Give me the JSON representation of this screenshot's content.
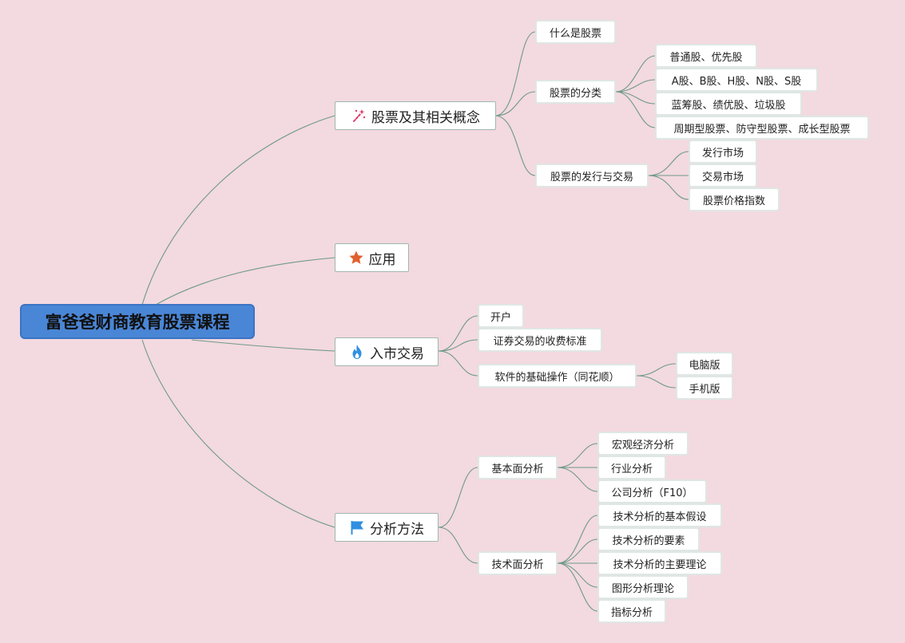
{
  "root": {
    "label": "富爸爸财商教育股票课程"
  },
  "branches": {
    "concepts": {
      "label": "股票及其相关概念",
      "what_is": "什么是股票",
      "classification": {
        "label": "股票的分类",
        "items": [
          "普通股、优先股",
          "A股、B股、H股、N股、S股",
          "蓝筹股、绩优股、垃圾股",
          "周期型股票、防守型股票、成长型股票"
        ]
      },
      "issuance": {
        "label": "股票的发行与交易",
        "items": [
          "发行市场",
          "交易市场",
          "股票价格指数"
        ]
      }
    },
    "application": {
      "label": "应用"
    },
    "market_entry": {
      "label": "入市交易",
      "open_account": "开户",
      "fees": "证券交易的收费标准",
      "software": {
        "label": "软件的基础操作（同花顺）",
        "items": [
          "电脑版",
          "手机版"
        ]
      }
    },
    "analysis": {
      "label": "分析方法",
      "fundamental": {
        "label": "基本面分析",
        "items": [
          "宏观经济分析",
          "行业分析",
          "公司分析（F10）"
        ]
      },
      "technical": {
        "label": "技术面分析",
        "items": [
          "技术分析的基本假设",
          "技术分析的要素",
          "技术分析的主要理论",
          "图形分析理论",
          "指标分析"
        ]
      }
    }
  },
  "icons": {
    "concepts": "magic-wand-icon",
    "application": "star-icon",
    "market_entry": "flame-icon",
    "analysis": "flag-icon"
  },
  "colors": {
    "background": "#f3d9e0",
    "root": "#4a86d6",
    "connector": "#6e9a86",
    "star": "#e0602e",
    "flame": "#2f8fe0",
    "flag": "#2f8fe0",
    "wand": "#e03a6a"
  }
}
